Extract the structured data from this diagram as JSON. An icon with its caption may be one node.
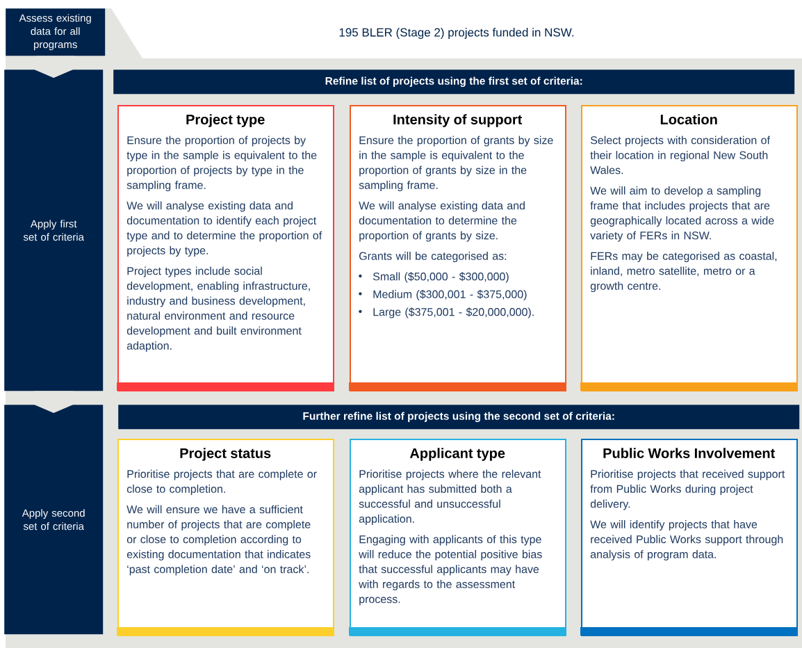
{
  "diagram": {
    "nodes": [
      {
        "text": [
          "Assess existing data for all programs"
        ]
      },
      {
        "text": [
          "195 BLER (Stage 2) projects funded in NSW."
        ]
      },
      {
        "text": [
          "Apply first set of criteria"
        ]
      },
      {
        "text": [
          "Refine list of projects using the first set of criteria:"
        ]
      },
      {
        "text": [
          "Project type",
          "Ensure the proportion of projects by type in the sample is equivalent to the proportion of projects by type in the sampling frame.",
          "We will analyse existing data and documentation to identify each project type and to determine the proportion of projects by type.",
          "Project types include social development, enabling infrastructure, industry and business development, natural environment and resource development and built environment adaption."
        ]
      },
      {
        "text": [
          "Intensity of support",
          "Ensure the proportion of grants by size in the sample is equivalent to the proportion of grants by size in the sampling frame.",
          "We will analyse existing data and documentation to determine the proportion of grants by size.",
          "Grants will be categorised as:",
          "Small ($50,000 - $300,000)",
          "Medium ($300,001 - $375,000)",
          "Large ($375,001 - $20,000,000)."
        ]
      },
      {
        "text": [
          "Location",
          "Select projects with consideration of their location in regional New South Wales.",
          "We will aim to develop a sampling frame that includes projects that are geographically located across a wide variety of FERs in NSW.",
          "FERs may be categorised as coastal, inland, metro satellite, metro or a growth centre."
        ]
      },
      {
        "text": [
          "Apply second set of criteria"
        ]
      },
      {
        "text": [
          "Further refine list of projects using the second set of criteria:"
        ]
      },
      {
        "text": [
          "Project status",
          "Prioritise projects that are complete or close to completion.",
          "We will ensure we have a sufficient number of projects that are complete or close to completion according to existing documentation that indicates ‘past completion date’ and ‘on track’."
        ]
      },
      {
        "text": [
          "Applicant type",
          "Prioritise projects where the relevant applicant has submitted both a successful and unsuccessful application.",
          "Engaging with applicants of this type will reduce the potential positive bias that successful applicants may have with regards to the assessment process."
        ]
      },
      {
        "text": [
          "Public Works Involvement",
          "Prioritise projects that received support from Public Works during project delivery.",
          "We will identify projects that have received Public Works support through analysis of program data."
        ]
      }
    ],
    "edges": [
      {
        "from": 0,
        "to": 2,
        "arrow": "to"
      },
      {
        "from": 2,
        "to": 7,
        "arrow": "to"
      }
    ]
  }
}
